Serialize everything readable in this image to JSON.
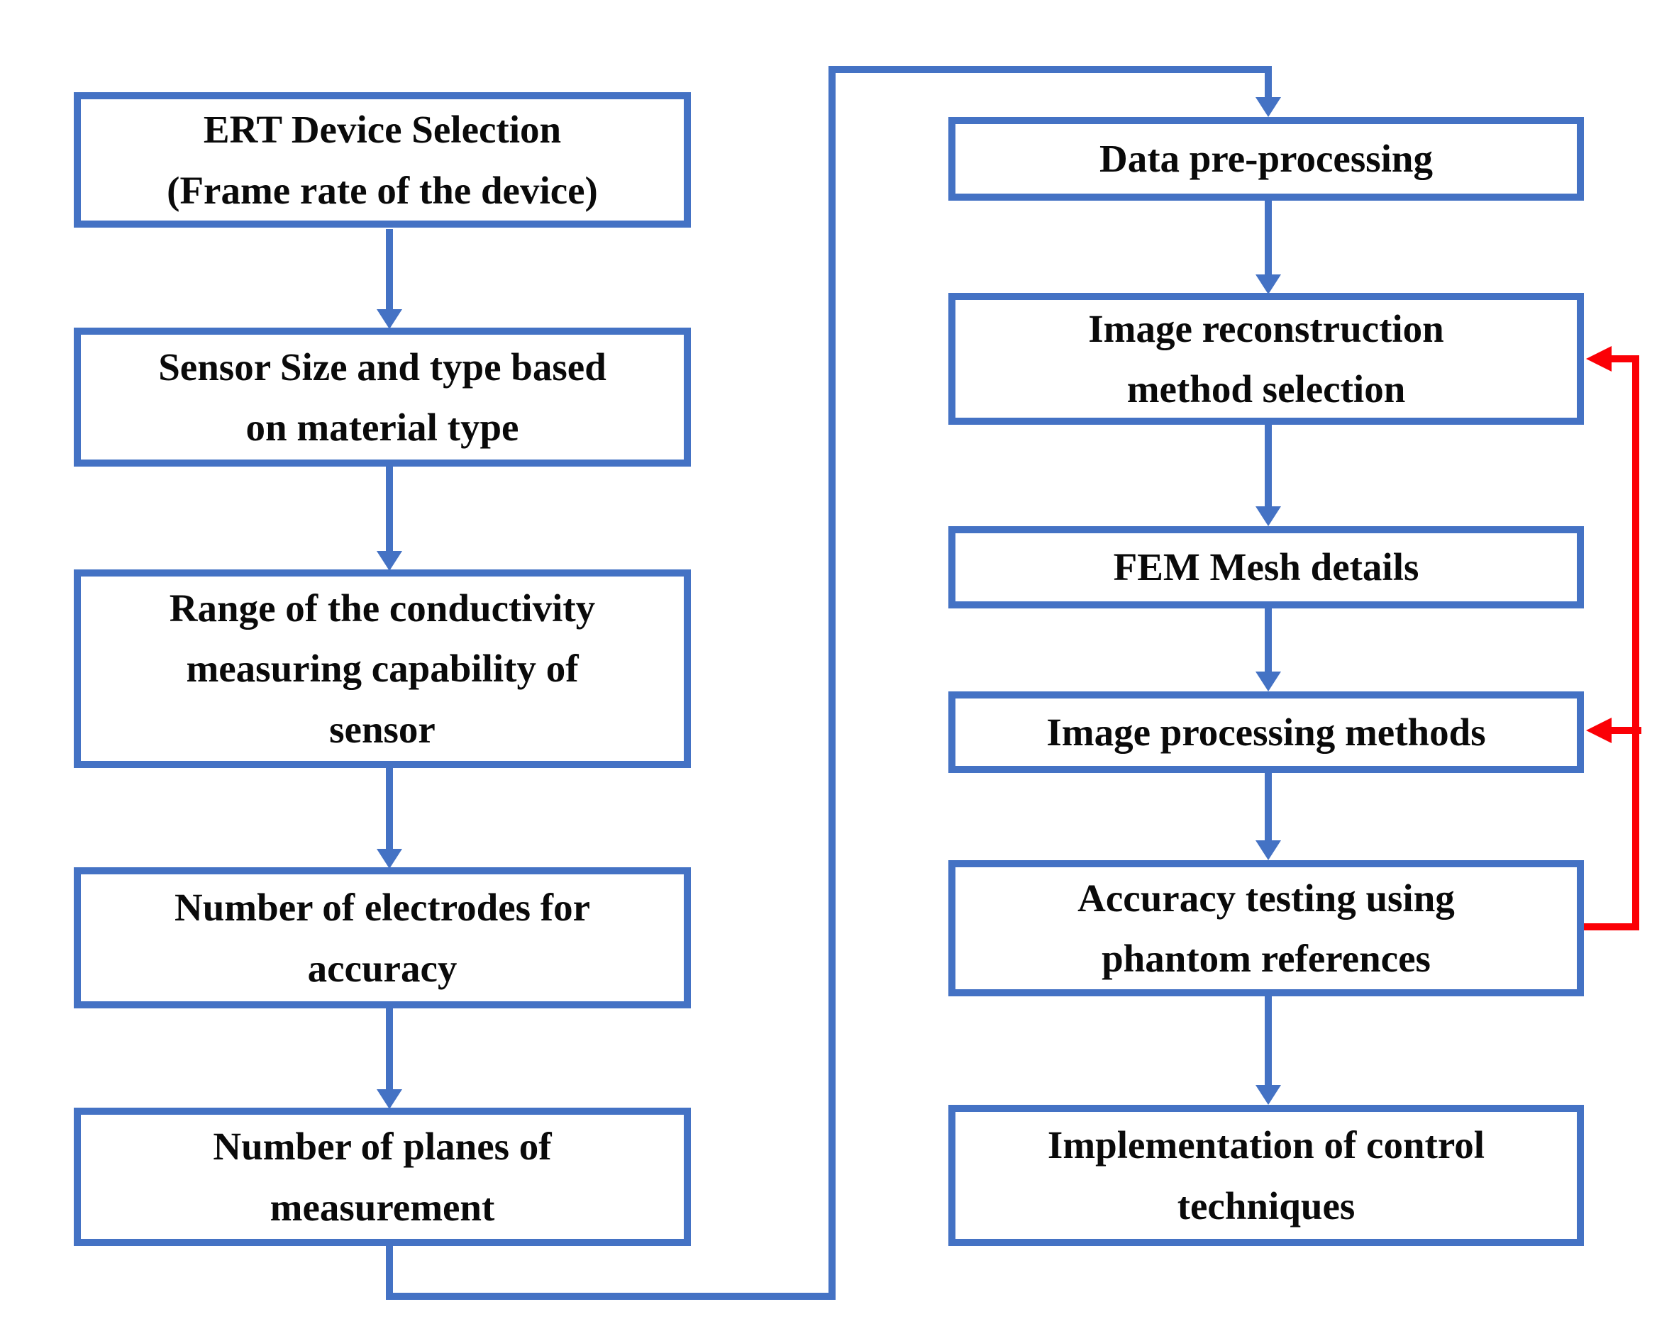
{
  "diagram_type": "flowchart",
  "colors": {
    "box_border": "#4472C4",
    "arrow_blue": "#4472C4",
    "feedback_red": "#FB0006",
    "text_color": "#0A0A0A",
    "background": "#FFFFFF"
  },
  "flow": {
    "left_column": {
      "boxes": [
        {
          "id": "ert-device-selection",
          "label": "ERT Device Selection\n(Frame rate of the device)"
        },
        {
          "id": "sensor-size-and-type",
          "label": "Sensor Size and type based\non material type"
        },
        {
          "id": "conductivity-range",
          "label": "Range of the conductivity\nmeasuring capability of\nsensor"
        },
        {
          "id": "number-of-electrodes",
          "label": "Number of electrodes for\naccuracy"
        },
        {
          "id": "number-of-planes",
          "label": "Number of planes of\nmeasurement"
        }
      ]
    },
    "right_column": {
      "boxes": [
        {
          "id": "data-pre-processing",
          "label": "Data pre-processing"
        },
        {
          "id": "image-reconstruction",
          "label": "Image reconstruction\nmethod selection"
        },
        {
          "id": "fem-mesh-details",
          "label": "FEM Mesh details"
        },
        {
          "id": "image-processing-methods",
          "label": "Image processing methods"
        },
        {
          "id": "accuracy-testing",
          "label": "Accuracy testing using\nphantom references"
        },
        {
          "id": "implementation-control",
          "label": "Implementation of control\ntechniques"
        }
      ]
    },
    "edges": [
      {
        "from": "ert-device-selection",
        "to": "sensor-size-and-type",
        "color": "blue",
        "style": "straight-arrow"
      },
      {
        "from": "sensor-size-and-type",
        "to": "conductivity-range",
        "color": "blue",
        "style": "straight-arrow"
      },
      {
        "from": "conductivity-range",
        "to": "number-of-electrodes",
        "color": "blue",
        "style": "straight-arrow"
      },
      {
        "from": "number-of-electrodes",
        "to": "number-of-planes",
        "color": "blue",
        "style": "straight-arrow"
      },
      {
        "from": "number-of-planes",
        "to": "data-pre-processing",
        "color": "blue",
        "style": "elbow-arrow"
      },
      {
        "from": "data-pre-processing",
        "to": "image-reconstruction",
        "color": "blue",
        "style": "straight-arrow"
      },
      {
        "from": "image-reconstruction",
        "to": "fem-mesh-details",
        "color": "blue",
        "style": "straight-arrow"
      },
      {
        "from": "fem-mesh-details",
        "to": "image-processing-methods",
        "color": "blue",
        "style": "straight-arrow"
      },
      {
        "from": "image-processing-methods",
        "to": "accuracy-testing",
        "color": "blue",
        "style": "straight-arrow"
      },
      {
        "from": "accuracy-testing",
        "to": "implementation-control",
        "color": "blue",
        "style": "straight-arrow"
      },
      {
        "from": "accuracy-testing",
        "to": "image-reconstruction",
        "color": "red",
        "style": "feedback-elbow-arrow"
      },
      {
        "from": "accuracy-testing",
        "to": "image-processing-methods",
        "color": "red",
        "style": "feedback-elbow-arrow"
      }
    ]
  }
}
